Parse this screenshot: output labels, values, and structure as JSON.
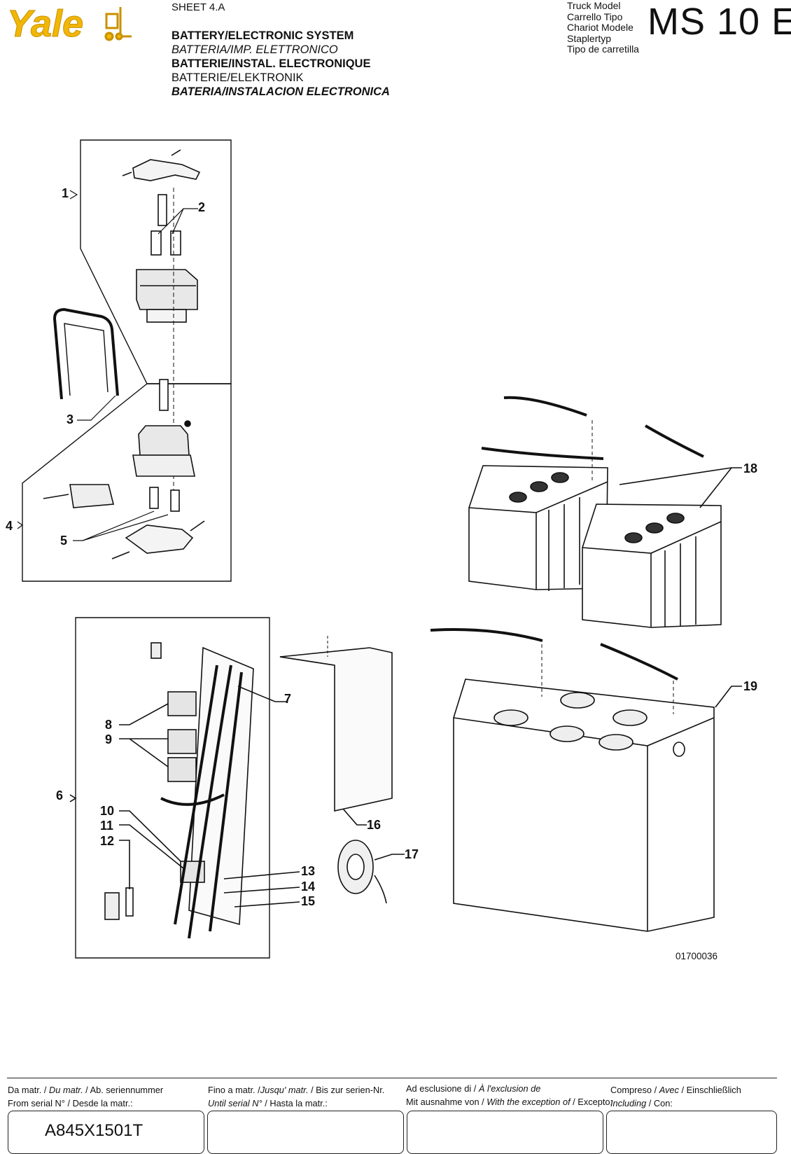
{
  "header": {
    "brand": "Yale",
    "sheet": "SHEET 4.A",
    "titles": [
      "BATTERY/ELECTRONIC SYSTEM",
      "BATTERIA/IMP. ELETTRONICO",
      "BATTERIE/INSTAL. ELECTRONIQUE",
      "BATTERIE/ELEKTRONIK",
      "BATERIA/INSTALACION ELECTRONICA"
    ],
    "truck_model_labels": [
      "Truck Model",
      "Carrello Tipo",
      "Chariot Modele",
      "Staplertyp",
      "Tipo de carretilla"
    ],
    "model": "MS 10 E"
  },
  "drawing": {
    "callouts": [
      "1",
      "2",
      "3",
      "4",
      "5",
      "6",
      "7",
      "8",
      "9",
      "10",
      "11",
      "12",
      "13",
      "14",
      "15",
      "16",
      "17",
      "18",
      "19"
    ],
    "drawing_number": "01700036"
  },
  "footer": {
    "col1": {
      "line1": [
        "Da matr. / ",
        "Du matr.",
        " / Ab. seriennummer"
      ],
      "line2": "From serial N° / Desde la matr.:"
    },
    "col2": {
      "line1": [
        "Fino a matr. /",
        "Jusqu' matr.",
        " / Bis zur serien-Nr."
      ],
      "line2": [
        "Until serial N°",
        " / Hasta la matr.:"
      ]
    },
    "col3": {
      "line1": [
        "Ad esclusione di / ",
        "À l'exclusion de"
      ],
      "line2": [
        "Mit ausnahme von / ",
        "With the exception of",
        " / Excepto:"
      ]
    },
    "col4": {
      "line1": [
        "Compreso / ",
        "Avec",
        " /  Einschließlich"
      ],
      "line2": [
        "Including",
        " / Con:"
      ]
    },
    "from_serial_value": "A845X1501T"
  }
}
